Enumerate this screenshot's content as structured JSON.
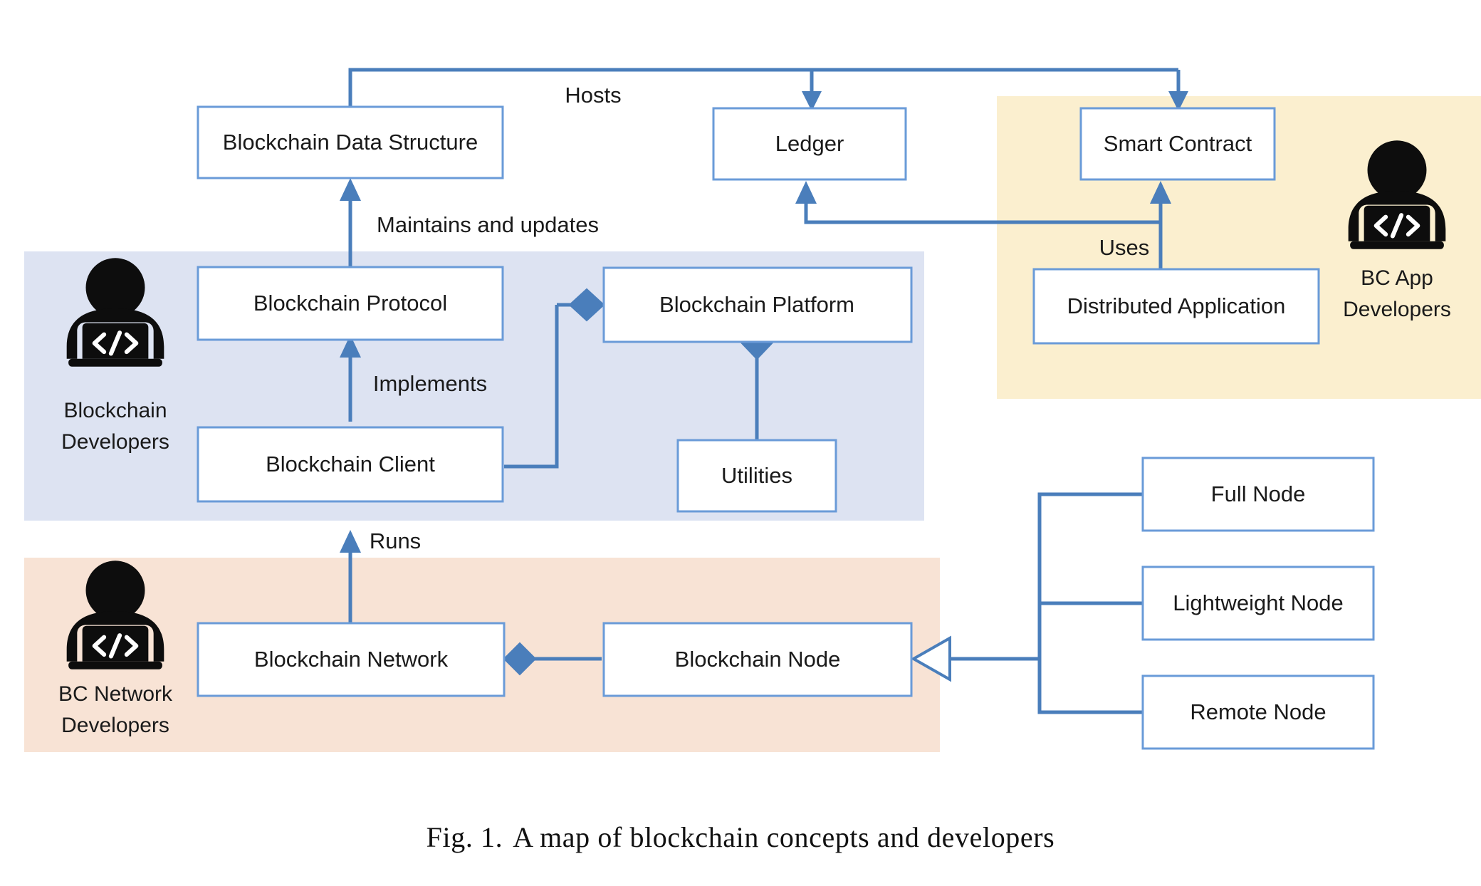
{
  "figure": {
    "caption_label": "Fig. 1.",
    "caption_text": "A map of blockchain concepts and developers"
  },
  "colors": {
    "box_border": "#6a9bd8",
    "box_fill": "#ffffff",
    "connector": "#4a7ebb",
    "zone_blue": "#dde3f2",
    "zone_yellow": "#fbefcf",
    "zone_peach": "#f8e3d5",
    "text": "#1a1a1a",
    "glyph": "#0d0d0d"
  },
  "zones": [
    {
      "id": "blockchain-developers-zone",
      "name": "Blockchain Developers zone",
      "color": "#dde3f2"
    },
    {
      "id": "bc-app-developers-zone",
      "name": "BC App Developers zone",
      "color": "#fbefcf"
    },
    {
      "id": "bc-network-developers-zone",
      "name": "BC Network Developers zone",
      "color": "#f8e3d5"
    }
  ],
  "personas": [
    {
      "id": "blockchain-developers",
      "line1": "Blockchain",
      "line2": "Developers",
      "icon": "developer-at-laptop-icon",
      "code_glyph": "</>"
    },
    {
      "id": "bc-app-developers",
      "line1": "BC App",
      "line2": "Developers",
      "icon": "developer-at-laptop-icon",
      "code_glyph": "</>"
    },
    {
      "id": "bc-network-developers",
      "line1": "BC Network",
      "line2": "Developers",
      "icon": "developer-at-laptop-icon",
      "code_glyph": "</>"
    }
  ],
  "nodes": [
    {
      "id": "blockchain-data-structure",
      "label": "Blockchain Data Structure"
    },
    {
      "id": "ledger",
      "label": "Ledger"
    },
    {
      "id": "smart-contract",
      "label": "Smart Contract"
    },
    {
      "id": "blockchain-protocol",
      "label": "Blockchain Protocol"
    },
    {
      "id": "blockchain-platform",
      "label": "Blockchain Platform"
    },
    {
      "id": "distributed-application",
      "label": "Distributed Application"
    },
    {
      "id": "blockchain-client",
      "label": "Blockchain Client"
    },
    {
      "id": "utilities",
      "label": "Utilities"
    },
    {
      "id": "blockchain-network",
      "label": "Blockchain Network"
    },
    {
      "id": "blockchain-node",
      "label": "Blockchain Node"
    },
    {
      "id": "full-node",
      "label": "Full Node"
    },
    {
      "id": "lightweight-node",
      "label": "Lightweight Node"
    },
    {
      "id": "remote-node",
      "label": "Remote Node"
    }
  ],
  "edges": [
    {
      "id": "hosts",
      "label": "Hosts",
      "from": "blockchain-data-structure",
      "to": "ledger, smart-contract",
      "kind": "arrow"
    },
    {
      "id": "maintains-and-updates",
      "label": "Maintains and updates",
      "from": "blockchain-protocol",
      "to": "blockchain-data-structure",
      "kind": "arrow"
    },
    {
      "id": "uses",
      "label": "Uses",
      "from": "distributed-application",
      "to": "smart-contract, ledger",
      "kind": "arrow"
    },
    {
      "id": "implements",
      "label": "Implements",
      "from": "blockchain-client",
      "to": "blockchain-protocol",
      "kind": "arrow"
    },
    {
      "id": "runs",
      "label": "Runs",
      "from": "blockchain-network",
      "to": "blockchain-client",
      "kind": "arrow"
    },
    {
      "id": "platform-client-composition",
      "label": "",
      "from": "blockchain-client",
      "to": "blockchain-platform",
      "kind": "composition-diamond"
    },
    {
      "id": "platform-utilities-composition",
      "label": "",
      "from": "utilities",
      "to": "blockchain-platform",
      "kind": "composition-diamond"
    },
    {
      "id": "network-node-composition",
      "label": "",
      "from": "blockchain-node",
      "to": "blockchain-network",
      "kind": "composition-diamond"
    },
    {
      "id": "node-generalization",
      "label": "",
      "from": "full-node, lightweight-node, remote-node",
      "to": "blockchain-node",
      "kind": "generalization-hollow-triangle"
    }
  ]
}
